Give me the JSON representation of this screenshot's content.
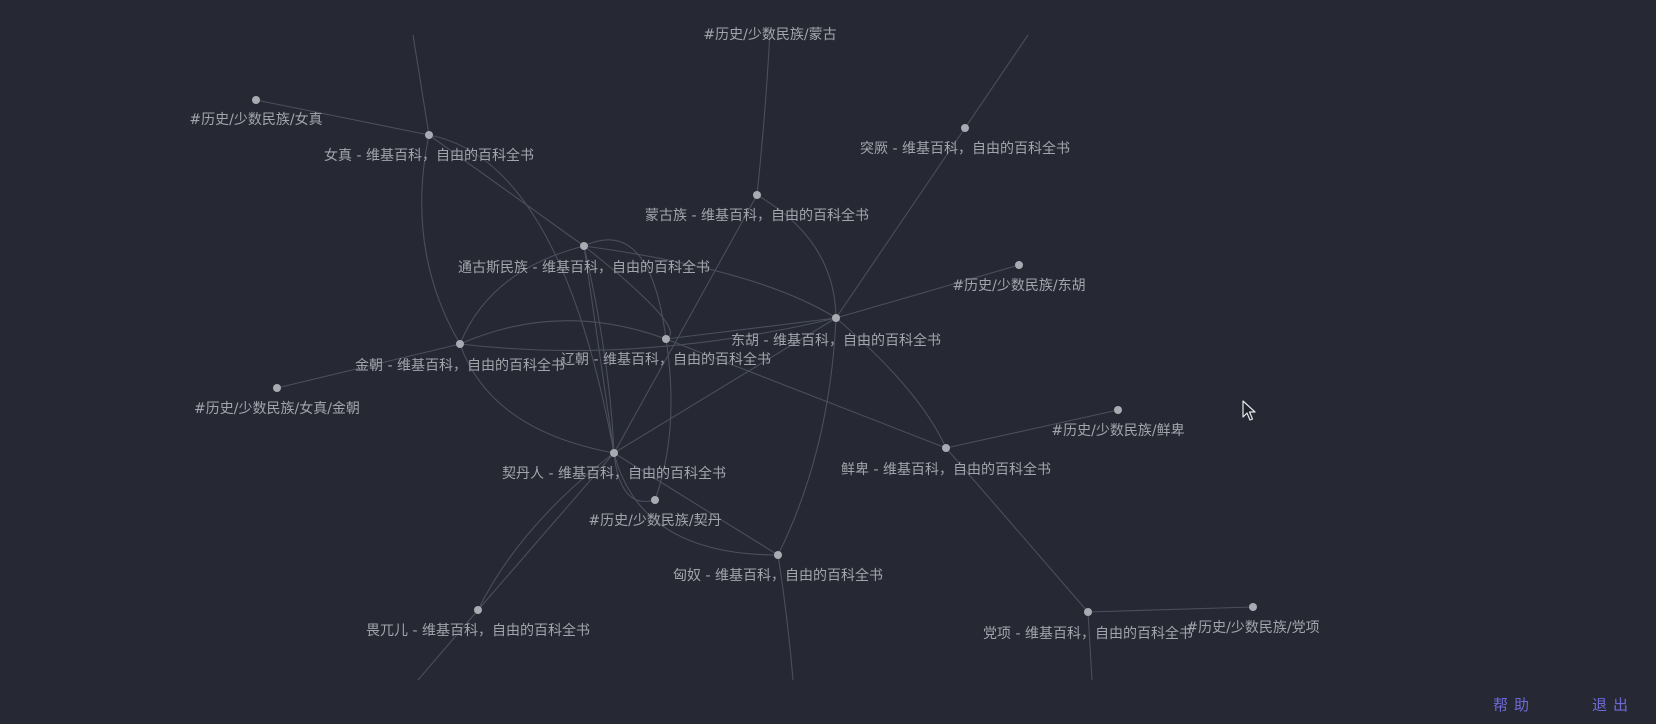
{
  "graph": {
    "nodes": [
      {
        "id": "mongol_tag",
        "label": "#历史/少数民族/蒙古"
      },
      {
        "id": "nvzhen_tag",
        "label": "#历史/少数民族/女真"
      },
      {
        "id": "nvzhen",
        "label": "女真 - 维基百科，自由的百科全书"
      },
      {
        "id": "tujue",
        "label": "突厥 - 维基百科，自由的百科全书"
      },
      {
        "id": "menggu",
        "label": "蒙古族 - 维基百科，自由的百科全书"
      },
      {
        "id": "tonggusi",
        "label": "通古斯民族 - 维基百科，自由的百科全书"
      },
      {
        "id": "donghu_tag",
        "label": "#历史/少数民族/东胡"
      },
      {
        "id": "donghu",
        "label": "东胡 - 维基百科，自由的百科全书"
      },
      {
        "id": "liao",
        "label": "辽朝 - 维基百科，自由的百科全书"
      },
      {
        "id": "jin",
        "label": "金朝 - 维基百科，自由的百科全书"
      },
      {
        "id": "jin_tag",
        "label": "#历史/少数民族/女真/金朝"
      },
      {
        "id": "xianbei_tag",
        "label": "#历史/少数民族/鲜卑"
      },
      {
        "id": "xianbei",
        "label": "鲜卑 - 维基百科，自由的百科全书"
      },
      {
        "id": "qidan",
        "label": "契丹人 - 维基百科，自由的百科全书"
      },
      {
        "id": "qidan_tag",
        "label": "#历史/少数民族/契丹"
      },
      {
        "id": "xiongnu",
        "label": "匈奴 - 维基百科，自由的百科全书"
      },
      {
        "id": "weiwuer",
        "label": "畏兀儿 - 维基百科，自由的百科全书"
      },
      {
        "id": "dangxiang",
        "label": "党项 - 维基百科，自由的百科全书"
      },
      {
        "id": "dangxiang_tag",
        "label": "#历史/少数民族/党项"
      }
    ]
  },
  "footer": {
    "help_label": "帮助",
    "exit_label": "退出"
  }
}
